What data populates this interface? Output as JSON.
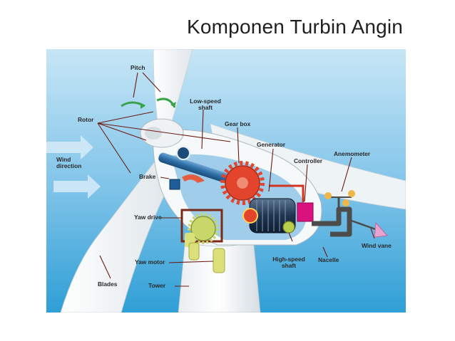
{
  "title": "Komponen Turbin Angin",
  "labels": {
    "pitch": "Pitch",
    "rotor": "Rotor",
    "low_speed_1": "Low-speed",
    "low_speed_2": "shaft",
    "gear_box": "Gear box",
    "generator": "Generator",
    "controller": "Controller",
    "anemometer": "Anemometer",
    "wind_1": "Wind",
    "wind_2": "direction",
    "brake": "Brake",
    "yaw_drive": "Yaw drive",
    "yaw_motor": "Yaw motor",
    "high_speed_1": "High-speed",
    "high_speed_2": "shaft",
    "nacelle": "Nacelle",
    "wind_vane": "Wind vane",
    "blades": "Blades",
    "tower": "Tower"
  },
  "colors": {
    "sky_top": "#bfe1f3",
    "sky_bottom": "#2f9fd6",
    "blade": "#f7f7f7",
    "gear": "#e2452c",
    "controller": "#d9127e",
    "yaw_gear": "#c8d66a",
    "yaw_box": "#7a2a15",
    "shaft": "#2d6fa8",
    "leader": "#7a1a10"
  }
}
